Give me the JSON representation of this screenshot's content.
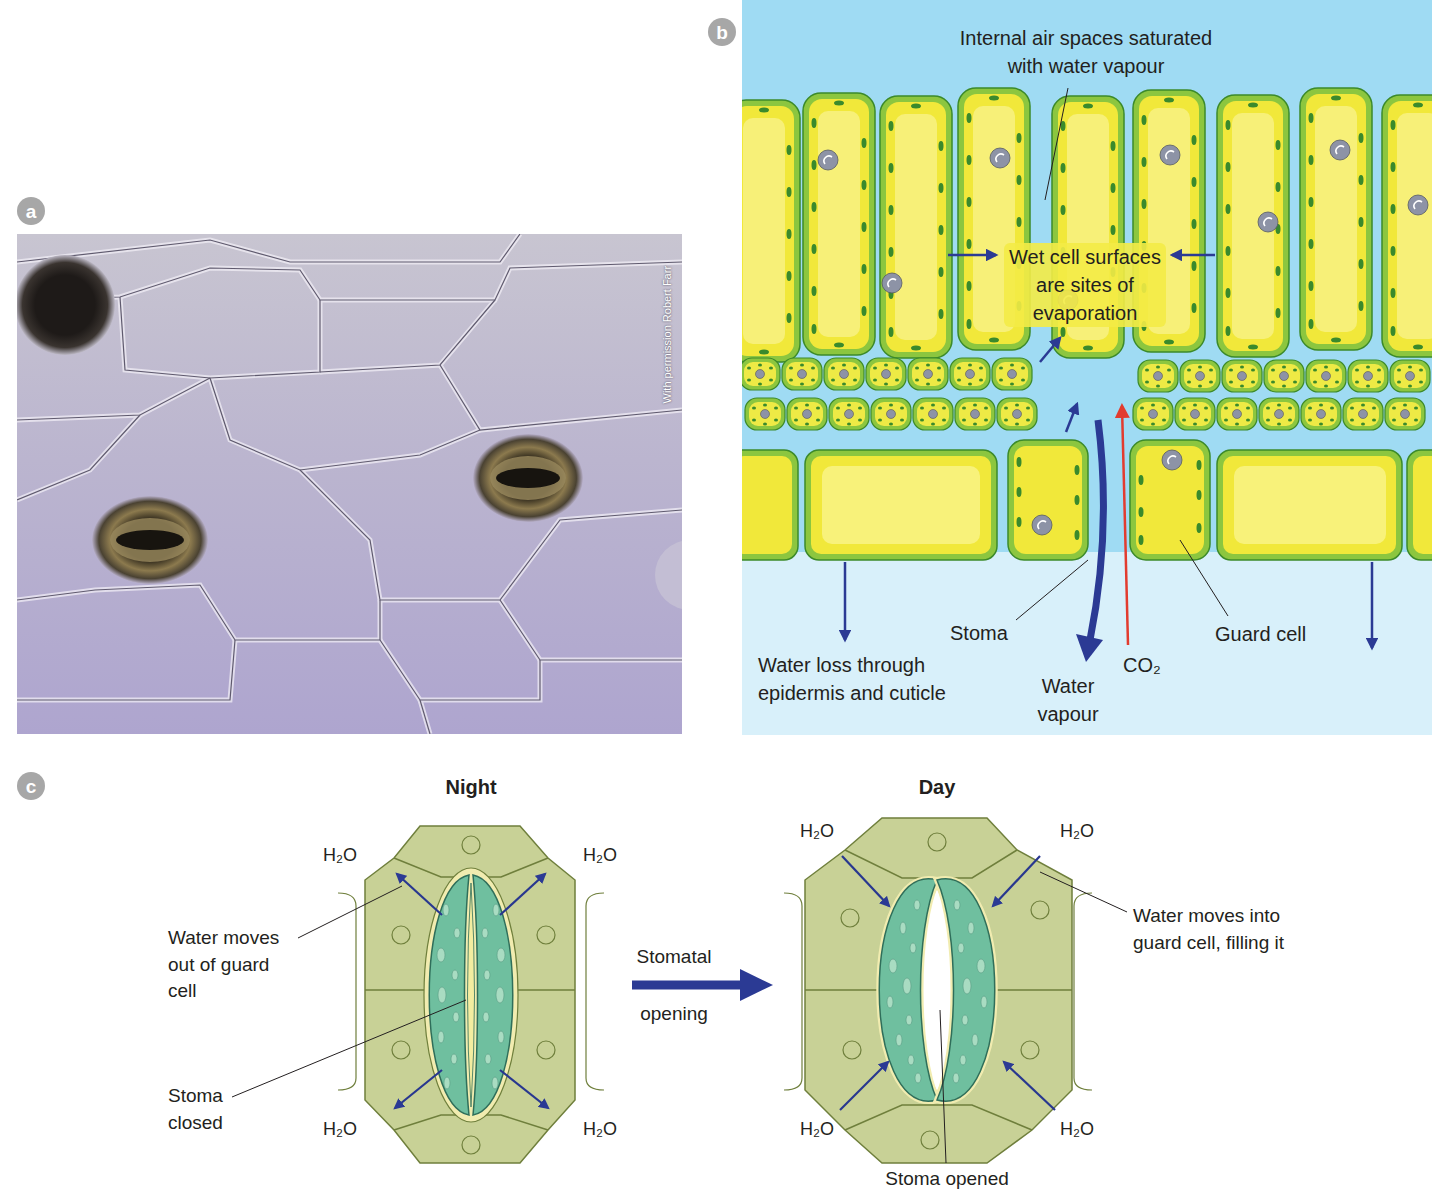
{
  "diagram": {
    "nodes": [
      {
        "text": [
          "a"
        ]
      },
      {
        "text": [
          "b"
        ]
      },
      {
        "text": [
          "c"
        ]
      }
    ],
    "labels": [
      "With permission Robert Farr",
      "Internal air spaces saturated with water vapour",
      "Wet cell surfaces are sites of evaporation",
      "Stoma",
      "Guard cell",
      "Water loss through epidermis and cuticle",
      "CO₂",
      "Water vapour",
      "Night",
      "Day",
      "H₂O",
      "H₂O",
      "Water moves out of guard cell",
      "Stomatal",
      "opening",
      "H₂O",
      "H₂O",
      "Water moves into guard cell, filling it",
      "Stoma closed",
      "H₂O",
      "H₂O",
      "H₂O",
      "H₂O",
      "Stoma opened"
    ]
  }
}
